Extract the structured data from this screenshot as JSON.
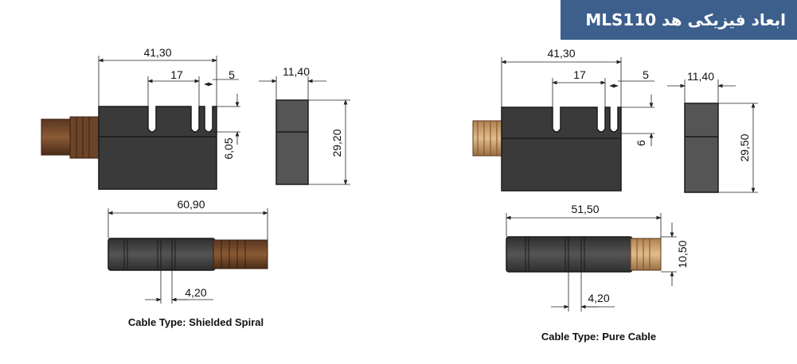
{
  "header": {
    "title": "ابعاد فیزیکی هد MLS110"
  },
  "left_drawing": {
    "length": "41,30",
    "slot_spacing": "17",
    "slot_width": "5",
    "slot_depth": "6,05",
    "side_width": "11,40",
    "height": "29,20",
    "bottom_length": "60,90",
    "bottom_slot": "4,20",
    "caption": "Cable Type: Shielded Spiral"
  },
  "right_drawing": {
    "length": "41,30",
    "slot_spacing": "17",
    "slot_width": "5",
    "slot_depth": "6",
    "side_width": "11,40",
    "height": "29,50",
    "bottom_length": "51,50",
    "bottom_height": "10,50",
    "bottom_slot": "4,20",
    "caption": "Cable Type: Pure Cable"
  },
  "colors": {
    "title_bg": "#3d5f8c",
    "body": "#3a3a3a",
    "cable_shielded": "#7a4e2e",
    "cable_pure": "#c9a070"
  }
}
